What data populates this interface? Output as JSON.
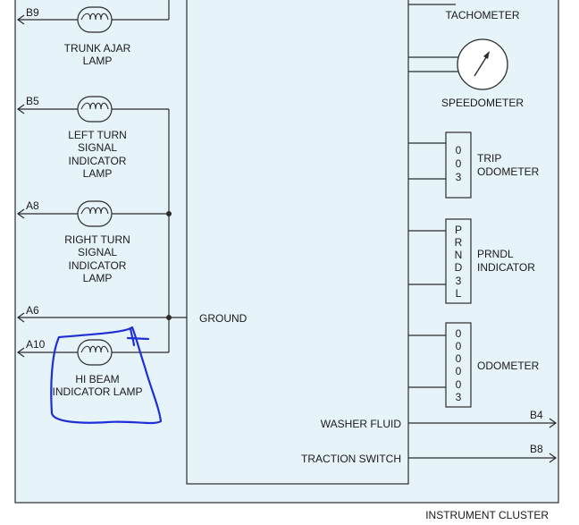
{
  "connectors": {
    "b9": "B9",
    "b5": "B5",
    "a8": "A8",
    "a6": "A6",
    "a10": "A10",
    "b4": "B4",
    "b8": "B8"
  },
  "lamps": {
    "trunk_ajar": [
      "TRUNK AJAR",
      "LAMP"
    ],
    "left_turn": [
      "LEFT TURN",
      "SIGNAL",
      "INDICATOR",
      "LAMP"
    ],
    "right_turn": [
      "RIGHT TURN",
      "SIGNAL",
      "INDICATOR",
      "LAMP"
    ],
    "hi_beam": [
      "HI BEAM",
      "INDICATOR LAMP"
    ]
  },
  "gauges": {
    "tachometer": "TACHOMETER",
    "speedometer": "SPEEDOMETER",
    "trip_odometer": [
      "TRIP",
      "ODOMETER"
    ],
    "trip_digits": [
      "0",
      "0",
      "3"
    ],
    "prndl": [
      "PRNDL",
      "INDICATOR"
    ],
    "prndl_letters": [
      "P",
      "R",
      "N",
      "D",
      "3",
      "L"
    ],
    "odometer": "ODOMETER",
    "odometer_digits": [
      "0",
      "0",
      "0",
      "0",
      "0",
      "3"
    ]
  },
  "module": {
    "ground": "GROUND",
    "washer_fluid": "WASHER FLUID",
    "traction_switch": "TRACTION SWITCH"
  },
  "footer": {
    "title": "INSTRUMENT CLUSTER"
  },
  "colors": {
    "panel_fill": "#e6f4fa",
    "wire": "#2b2b2b",
    "annotation_ink": "#1e2fd6"
  }
}
